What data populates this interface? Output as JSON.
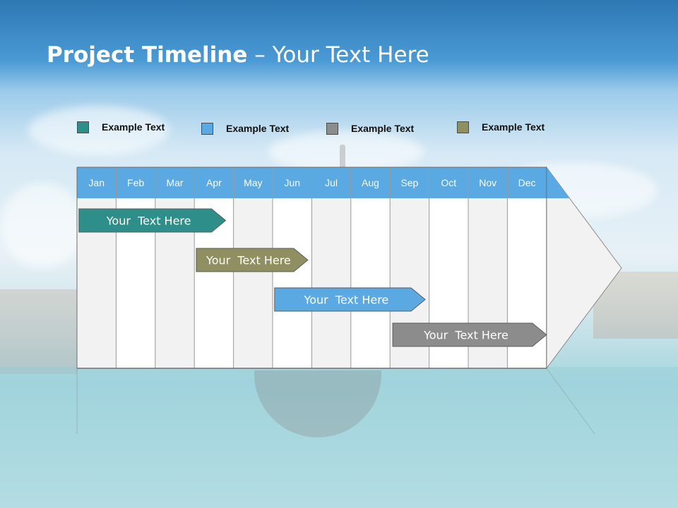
{
  "title": {
    "bold": "Project Timeline",
    "rest": " – Your Text Here"
  },
  "legend": [
    {
      "label": "Example Text",
      "color": "#2e8f8a"
    },
    {
      "label": "Example Text",
      "color": "#5aa9e2"
    },
    {
      "label": "Example Text",
      "color": "#8c8c8c"
    },
    {
      "label": "Example Text",
      "color": "#8f8f62"
    }
  ],
  "months": [
    "Jan",
    "Feb",
    "Mar",
    "Apr",
    "May",
    "Jun",
    "Jul",
    "Aug",
    "Sep",
    "Oct",
    "Nov",
    "Dec"
  ],
  "colors": {
    "header": "#5aa9e2",
    "col_light": "#f2f2f2",
    "col_white": "#ffffff",
    "grid_line": "#9a9a9a"
  },
  "tasks": [
    {
      "label": "Your  Text Here",
      "start": 0.05,
      "end": 3.8,
      "color": "#2e8f8a"
    },
    {
      "label": "Your  Text Here",
      "start": 3.05,
      "end": 5.9,
      "color": "#8f8f62"
    },
    {
      "label": "Your  Text Here",
      "start": 5.05,
      "end": 8.9,
      "color": "#5aa9e2"
    },
    {
      "label": "Your  Text Here",
      "start": 8.07,
      "end": 12.0,
      "color": "#8c8c8c"
    }
  ]
}
